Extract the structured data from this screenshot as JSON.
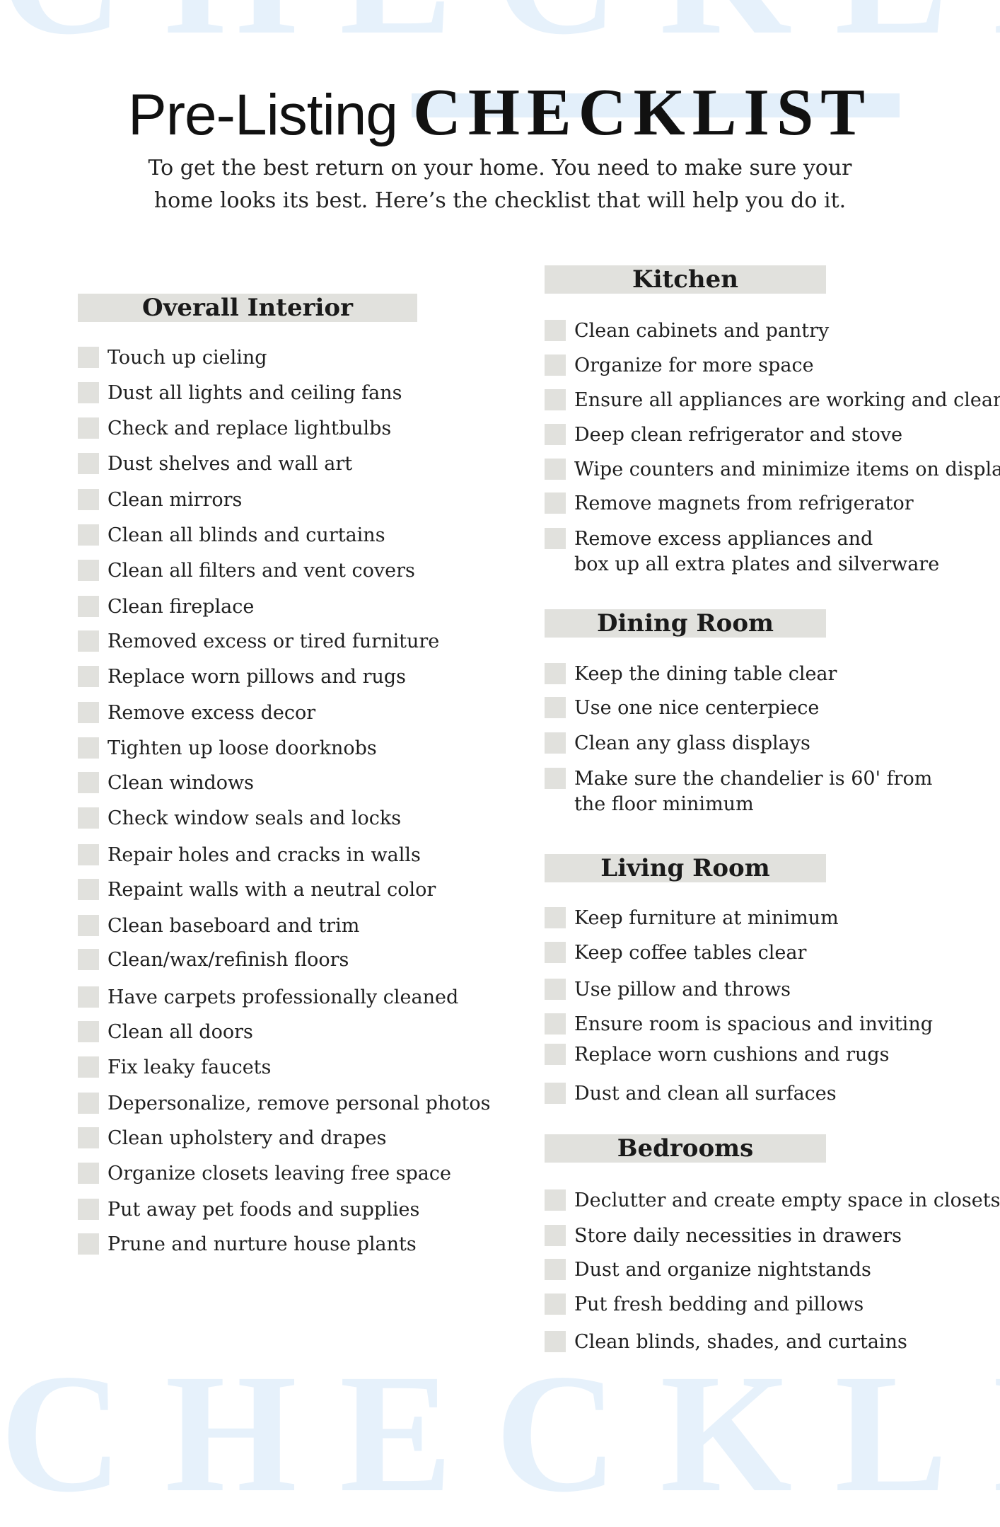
{
  "watermark": "CHECKLIST",
  "title": {
    "light": "Pre-Listing",
    "bold": "CHECKLIST"
  },
  "intro": {
    "line1": "To get the best return on your home. You need to make sure your",
    "line2": "home looks its best. Here’s the checklist that will help you do it."
  },
  "sections": {
    "overall": {
      "title": "Overall Interior",
      "items": [
        "Touch up cieling",
        "Dust all lights and ceiling fans",
        "Check and replace lightbulbs",
        "Dust shelves and wall art",
        "Clean mirrors",
        "Clean all blinds and curtains",
        "Clean all filters and vent covers",
        "Clean fireplace",
        "Removed excess or tired furniture",
        "Replace worn pillows and rugs",
        "Remove excess decor",
        "Tighten up loose doorknobs",
        "Clean windows",
        "Check window seals and locks",
        "Repair holes and cracks in walls",
        "Repaint walls with a neutral color",
        "Clean baseboard and trim",
        "Clean/wax/refinish floors",
        "Have carpets professionally cleaned",
        "Clean all doors",
        "Fix leaky faucets",
        "Depersonalize, remove personal photos",
        "Clean upholstery and drapes",
        "Organize closets leaving free space",
        "Put away pet foods and supplies",
        "Prune and nurture house plants"
      ]
    },
    "kitchen": {
      "title": "Kitchen",
      "items": [
        "Clean cabinets and pantry",
        "Organize for more space",
        "Ensure all appliances are working and clean",
        "Deep clean refrigerator and stove",
        "Wipe counters and minimize items on display",
        "Remove magnets from refrigerator",
        "Remove excess appliances and\nbox up all extra plates and silverware"
      ]
    },
    "dining": {
      "title": "Dining Room",
      "items": [
        "Keep the dining table clear",
        "Use one nice centerpiece",
        "Clean any glass displays",
        "Make sure the chandelier is 60' from\nthe floor minimum"
      ]
    },
    "living": {
      "title": "Living Room",
      "items": [
        "Keep furniture at minimum",
        "Keep coffee tables clear",
        "Use pillow and throws",
        "Ensure room is spacious and inviting",
        "Replace worn cushions and rugs",
        "Dust and clean all surfaces"
      ]
    },
    "bedrooms": {
      "title": "Bedrooms",
      "items": [
        "Declutter and create empty space in closets",
        "Store daily necessities in drawers",
        "Dust and organize nightstands",
        "Put fresh bedding and pillows",
        "Clean blinds, shades, and curtains"
      ]
    }
  },
  "colors": {
    "watermark": "#e6f1fb",
    "title_band": "#e3effa",
    "header_bg": "#e1e1dd",
    "checkbox": "#e1e1dd",
    "text": "#1f1f1f"
  }
}
